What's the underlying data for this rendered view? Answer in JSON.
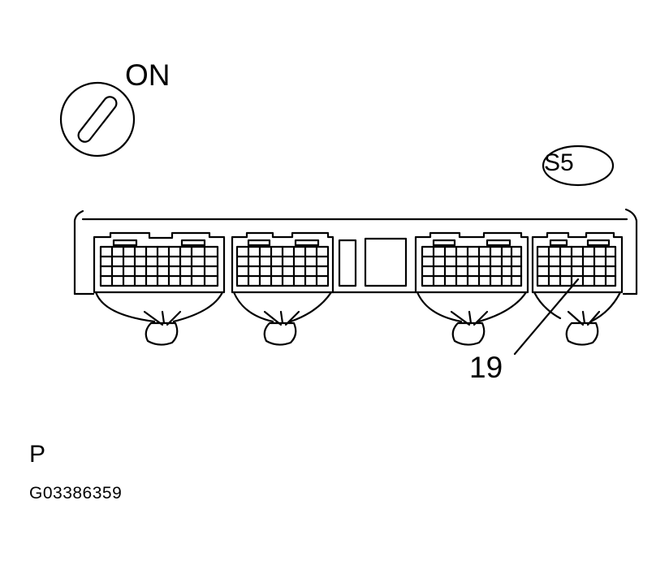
{
  "ignition": {
    "position_label": "ON",
    "icon": "ignition-key-icon"
  },
  "connector": {
    "code": "S5"
  },
  "terminal": {
    "number": "19"
  },
  "footer": {
    "letter": "P",
    "figure_code": "G03386359"
  }
}
